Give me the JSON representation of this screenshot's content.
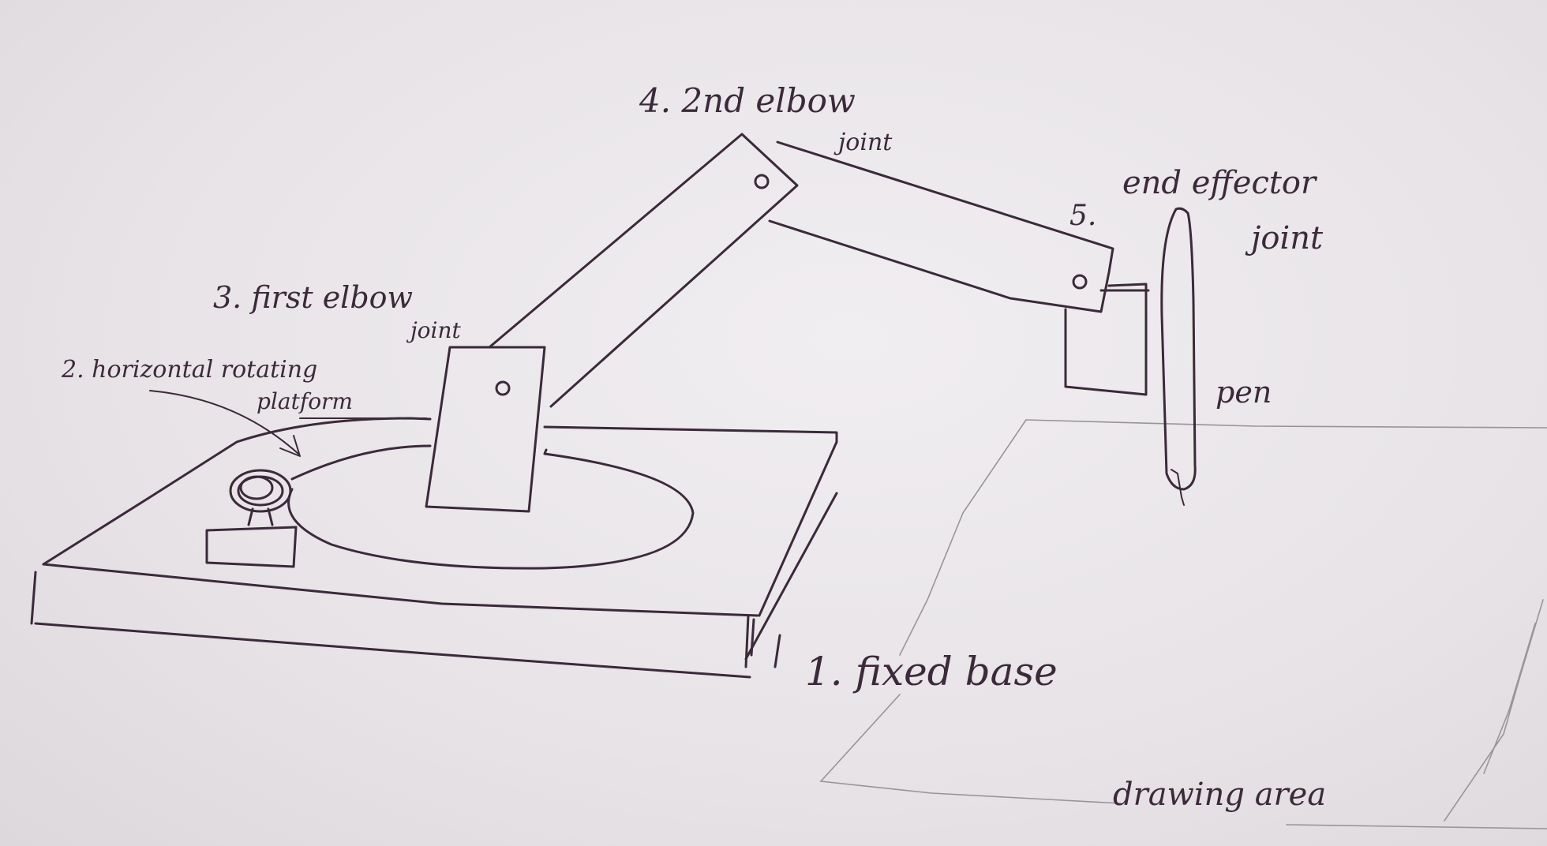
{
  "labels": {
    "fixed_base": "1. fixed base",
    "platform_line1": "2. horizontal rotating",
    "platform_line2": "platform",
    "first_elbow_line1": "3. first elbow",
    "first_elbow_line2": "joint",
    "second_elbow_line1": "4. 2nd elbow",
    "second_elbow_line2": "joint",
    "end_effector_num": "5.",
    "end_effector_line1": "end effector",
    "end_effector_line2": "joint",
    "pen": "pen",
    "drawing_area": "drawing area"
  },
  "colors": {
    "ink": "#3b2a3a",
    "paper": "#e9e6e9",
    "pencil": "#9a949a"
  }
}
